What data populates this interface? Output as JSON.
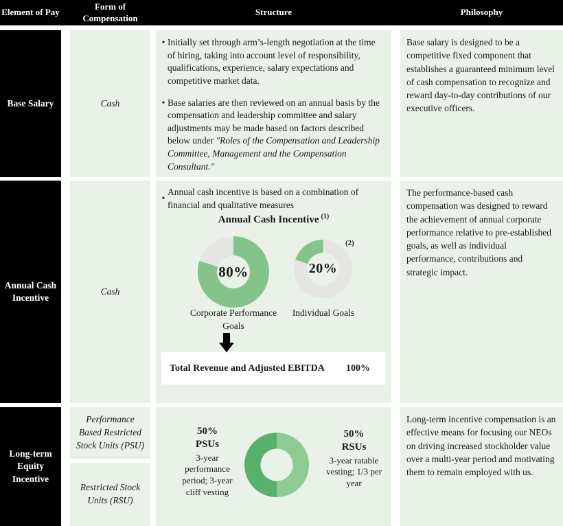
{
  "colors": {
    "cell_bg": "#e9f1e9",
    "green": "#84c48b",
    "gray": "#e5e6e3",
    "dark_green": "#57b16c",
    "light_green": "#8ecb94",
    "header_bg": "#000000"
  },
  "header": {
    "element_of_pay": "Element of Pay",
    "form_of_compensation": "Form of Compensation",
    "structure": "Structure",
    "philosophy": "Philosophy"
  },
  "base_salary": {
    "element": "Base Salary",
    "form": "Cash",
    "bullet1": "Initially set through arm’s-length negotiation at the time of hiring, taking into account level of responsibility, qualifications, experience, salary expectations and competitive market data.",
    "bullet2_plain": "Base salaries are then reviewed on an annual basis by the compensation and leadership committee and salary adjustments may be made based on factors described below under ",
    "bullet2_italic": "\"Roles of the Compensation and Leadership Committee, Management and the Compensation  Consultant.\"",
    "philosophy": "Base salary is designed to be a competitive fixed component that establishes a guaranteed minimum level of cash compensation to recognize and reward day-to-day contributions of our  executive officers."
  },
  "annual_cash_incentive": {
    "element": "Annual Cash Incentive",
    "form": "Cash",
    "bullet": "Annual cash incentive is based on a combination of financial and qualitative measures",
    "chart_title": "Annual Cash Incentive",
    "footnote1": "(1)",
    "footnote2": "(2)",
    "donut_corporate_pct": "80%",
    "donut_corporate_label": "Corporate Performance Goals",
    "donut_individual_pct": "20%",
    "donut_individual_label": "Individual Goals",
    "total_box_label": "Total Revenue and Adjusted EBITDA",
    "total_box_value": "100%",
    "philosophy": "The performance-based cash compensation was designed to reward the achievement of annual corporate performance relative to pre-established goals, as well as individual performance, contributions and strategic impact."
  },
  "long_term_equity": {
    "element": "Long-term Equity Incentive",
    "form_psu": "Performance Based Restricted Stock Units (PSU)",
    "form_rsu": "Restricted Stock Units (RSU)",
    "psu_pct": "50%",
    "psu_name": "PSUs",
    "psu_desc": "3-year performance period; 3-year cliff vesting",
    "rsu_pct": "50%",
    "rsu_name": "RSUs",
    "rsu_desc": "3-year ratable vesting; 1/3 per year",
    "philosophy": "Long-term incentive compensation is an effective means for focusing our NEOs on driving increased stockholder value over a multi-year period and motivating them to remain employed with us."
  },
  "chart_data": [
    {
      "type": "pie",
      "title": "Annual Cash Incentive (1)",
      "categories": [
        "Corporate Performance Goals",
        "Individual Goals (2)"
      ],
      "values": [
        80,
        20
      ],
      "annotations": [
        "Total Revenue and Adjusted EBITDA 100%"
      ]
    },
    {
      "type": "pie",
      "title": "Long-term Equity Incentive split",
      "categories": [
        "PSUs — 3-year performance period; 3-year cliff vesting",
        "RSUs — 3-year ratable vesting; 1/3 per year"
      ],
      "values": [
        50,
        50
      ]
    }
  ]
}
